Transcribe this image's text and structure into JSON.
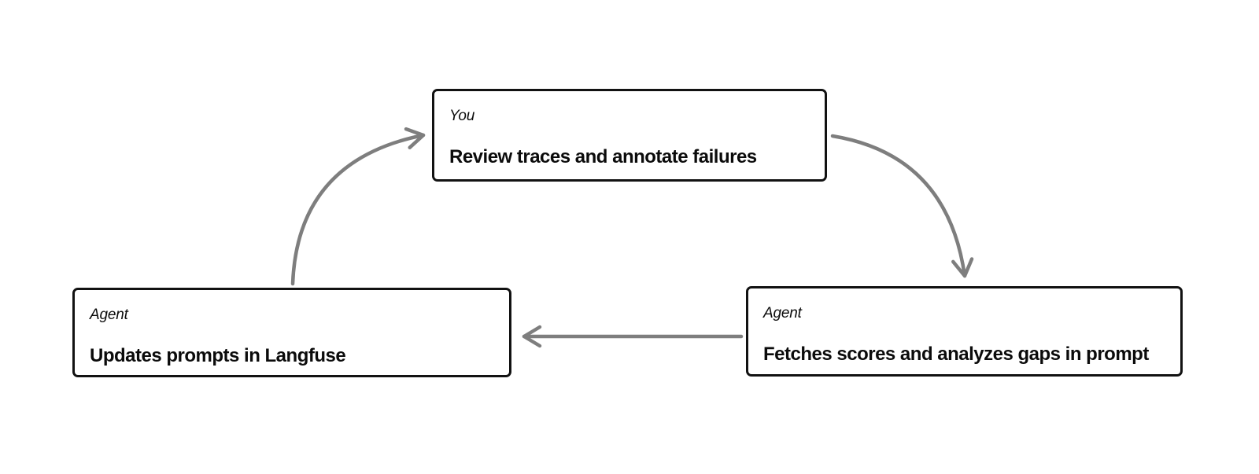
{
  "diagram": {
    "type": "cycle",
    "background": "#ffffff",
    "nodes": [
      {
        "id": "you-review",
        "label": "You",
        "title": "Review traces and annotate failures"
      },
      {
        "id": "agent-update",
        "label": "Agent",
        "title": "Updates prompts in Langfuse"
      },
      {
        "id": "agent-fetch",
        "label": "Agent",
        "title": "Fetches scores and analyzes gaps in prompt"
      }
    ],
    "edges": [
      {
        "from": "agent-update",
        "to": "you-review",
        "shape": "curved-up"
      },
      {
        "from": "you-review",
        "to": "agent-fetch",
        "shape": "curved-down"
      },
      {
        "from": "agent-fetch",
        "to": "agent-update",
        "shape": "straight-left"
      }
    ],
    "colors": {
      "arrow": "#7e7e7e",
      "node_border": "#121212",
      "node_background": "#ffffff",
      "text": "#0b0b0b"
    }
  }
}
